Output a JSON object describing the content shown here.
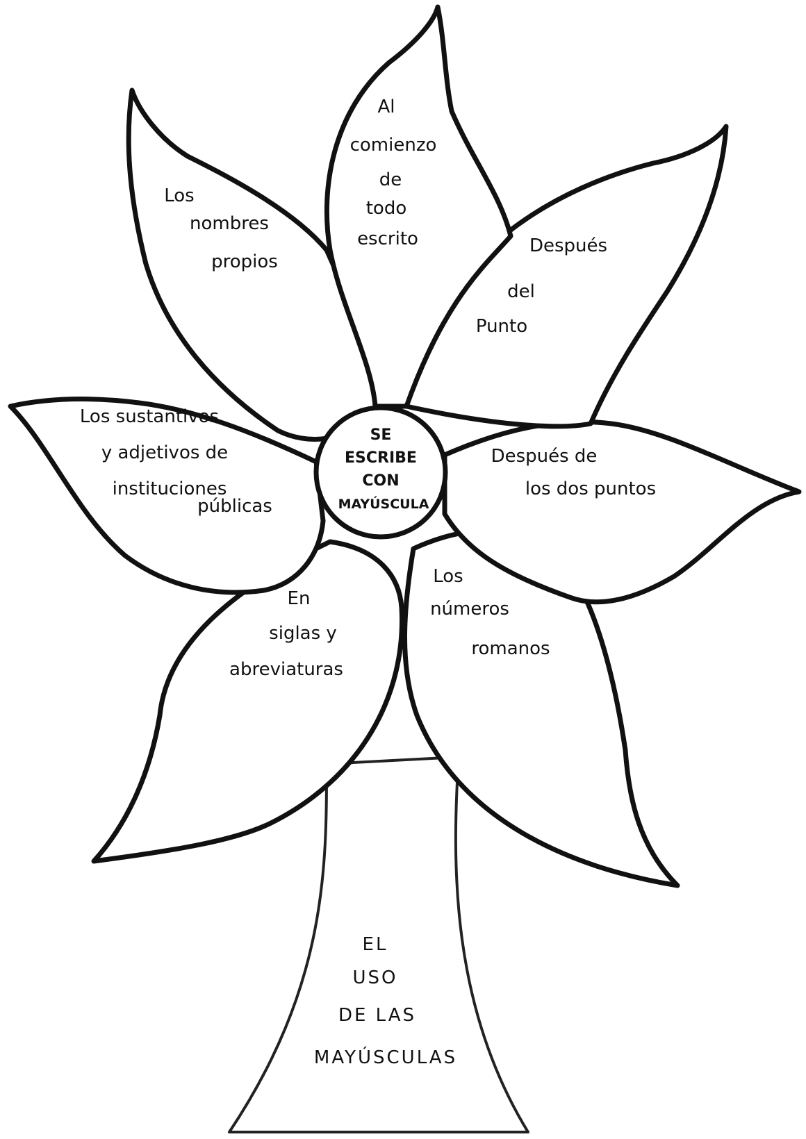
{
  "center": {
    "lines": [
      "SE",
      "ESCRIBE",
      "CON",
      "MAYÚSCULA"
    ]
  },
  "petals": {
    "top": {
      "lines": [
        "Al",
        "comienzo",
        "de",
        "todo",
        "escrito"
      ]
    },
    "upper_left": {
      "lines": [
        "Los",
        "nombres",
        "propios"
      ]
    },
    "upper_right": {
      "lines": [
        "Después",
        "del",
        "Punto"
      ]
    },
    "left": {
      "lines": [
        "Los sustantivos",
        "y adjetivos de",
        "instituciones",
        "públicas"
      ]
    },
    "right": {
      "lines": [
        "Después de",
        "los dos puntos"
      ]
    },
    "lower_left": {
      "lines": [
        "En",
        "siglas y",
        "abreviaturas"
      ]
    },
    "lower_right": {
      "lines": [
        "Los",
        "números",
        "romanos"
      ]
    }
  },
  "stem": {
    "lines": [
      "EL",
      "USO",
      "DE LAS",
      "MAYÚSCULAS"
    ]
  }
}
